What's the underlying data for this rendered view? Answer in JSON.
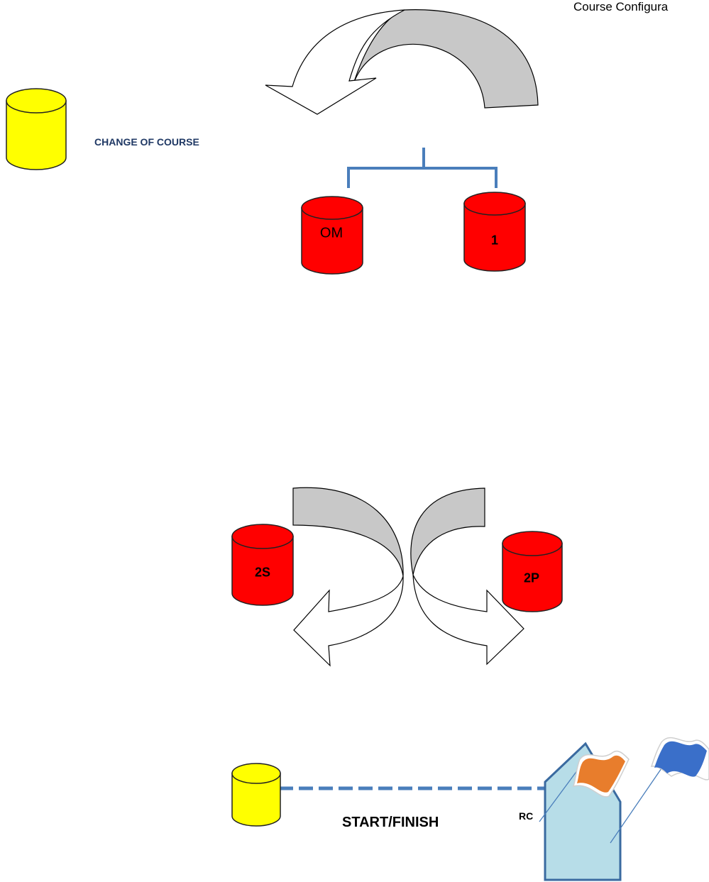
{
  "header": {
    "title": "Course Configura"
  },
  "labels": {
    "change_of_course": "CHANGE OF COURSE",
    "start_finish": "START/FINISH",
    "rc": "RC"
  },
  "marks": {
    "om": "OM",
    "one": "1",
    "two_s": "2S",
    "two_p": "2P"
  },
  "colors": {
    "yellow_mark": "#ffff00",
    "red_mark": "#ff0000",
    "connector": "#4a7ebb",
    "arrow_fill": "#c8c8c8",
    "boat_fill": "#b7dde8",
    "boat_outline": "#3a6aa0",
    "flag_orange": "#e87d2c",
    "flag_blue": "#3a6fc9",
    "change_label": "#1f3864"
  }
}
